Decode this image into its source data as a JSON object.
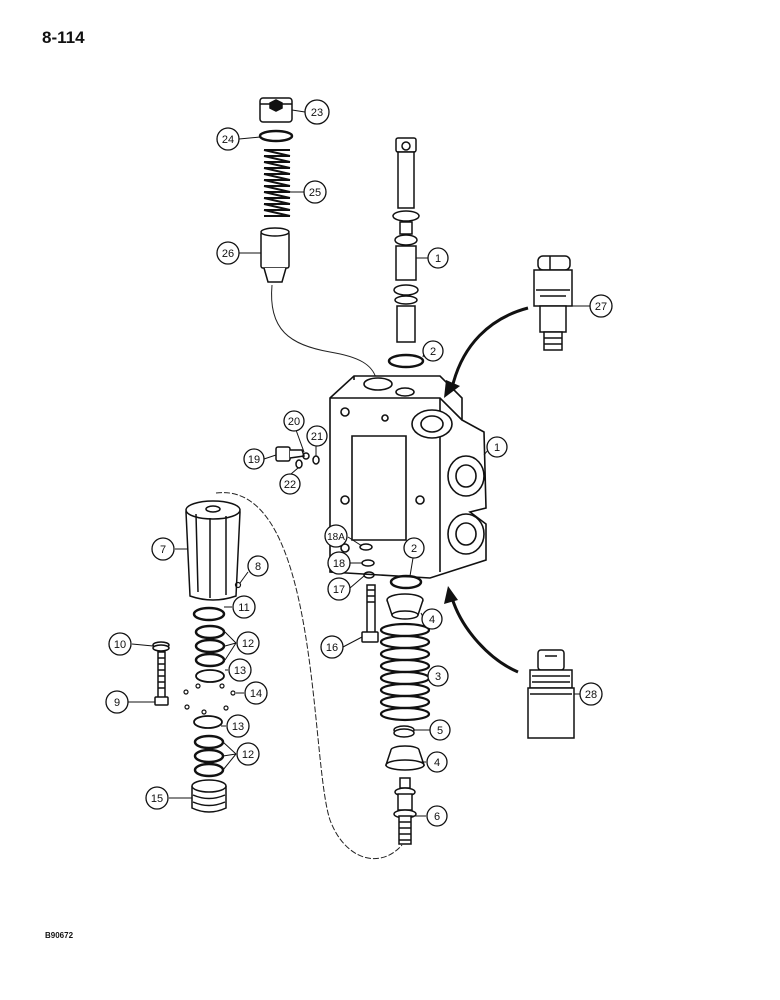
{
  "page": {
    "number": "8-114",
    "figure_code": "B90672"
  },
  "callouts": {
    "c1a": "1",
    "c1b": "1",
    "c2a": "2",
    "c2b": "2",
    "c3": "3",
    "c4a": "4",
    "c4b": "4",
    "c5": "5",
    "c6": "6",
    "c7": "7",
    "c8": "8",
    "c9": "9",
    "c10": "10",
    "c11": "11",
    "c12a": "12",
    "c12b": "12",
    "c13a": "13",
    "c13b": "13",
    "c14": "14",
    "c15": "15",
    "c16": "16",
    "c17": "17",
    "c18": "18",
    "c18a": "18A",
    "c19": "19",
    "c20": "20",
    "c21": "21",
    "c22": "22",
    "c23": "23",
    "c24": "24",
    "c25": "25",
    "c26": "26",
    "c27": "27",
    "c28": "28"
  }
}
